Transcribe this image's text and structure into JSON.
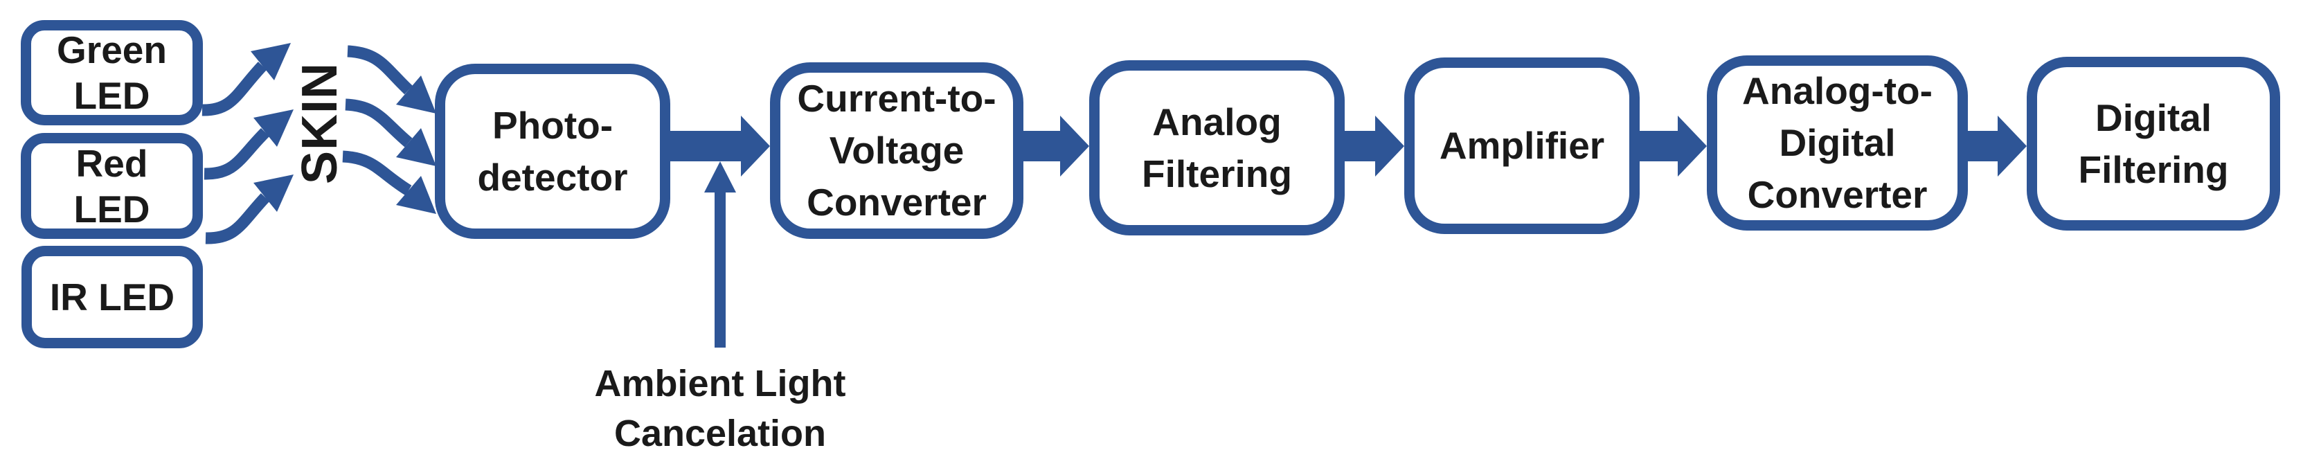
{
  "colors": {
    "accent": "#2E5596",
    "text": "#1A1A1A",
    "background": "#FFFFFF"
  },
  "leds": [
    {
      "id": "green-led",
      "lines": [
        "Green",
        "LED"
      ]
    },
    {
      "id": "red-led",
      "lines": [
        "Red",
        "LED"
      ]
    },
    {
      "id": "ir-led",
      "lines": [
        "IR LED"
      ]
    }
  ],
  "skin": {
    "label": "SKIN"
  },
  "chain": [
    {
      "id": "photo-detector",
      "lines": [
        "Photo-",
        "detector"
      ]
    },
    {
      "id": "current-to-voltage-converter",
      "lines": [
        "Current-to-",
        "Voltage",
        "Converter"
      ]
    },
    {
      "id": "analog-filtering",
      "lines": [
        "Analog",
        "Filtering"
      ]
    },
    {
      "id": "amplifier",
      "lines": [
        "Amplifier"
      ]
    },
    {
      "id": "analog-to-digital-converter",
      "lines": [
        "Analog-to-",
        "Digital",
        "Converter"
      ]
    },
    {
      "id": "digital-filtering",
      "lines": [
        "Digital",
        "Filtering"
      ]
    }
  ],
  "annotation": {
    "lines": [
      "Ambient Light",
      "Cancelation"
    ]
  }
}
